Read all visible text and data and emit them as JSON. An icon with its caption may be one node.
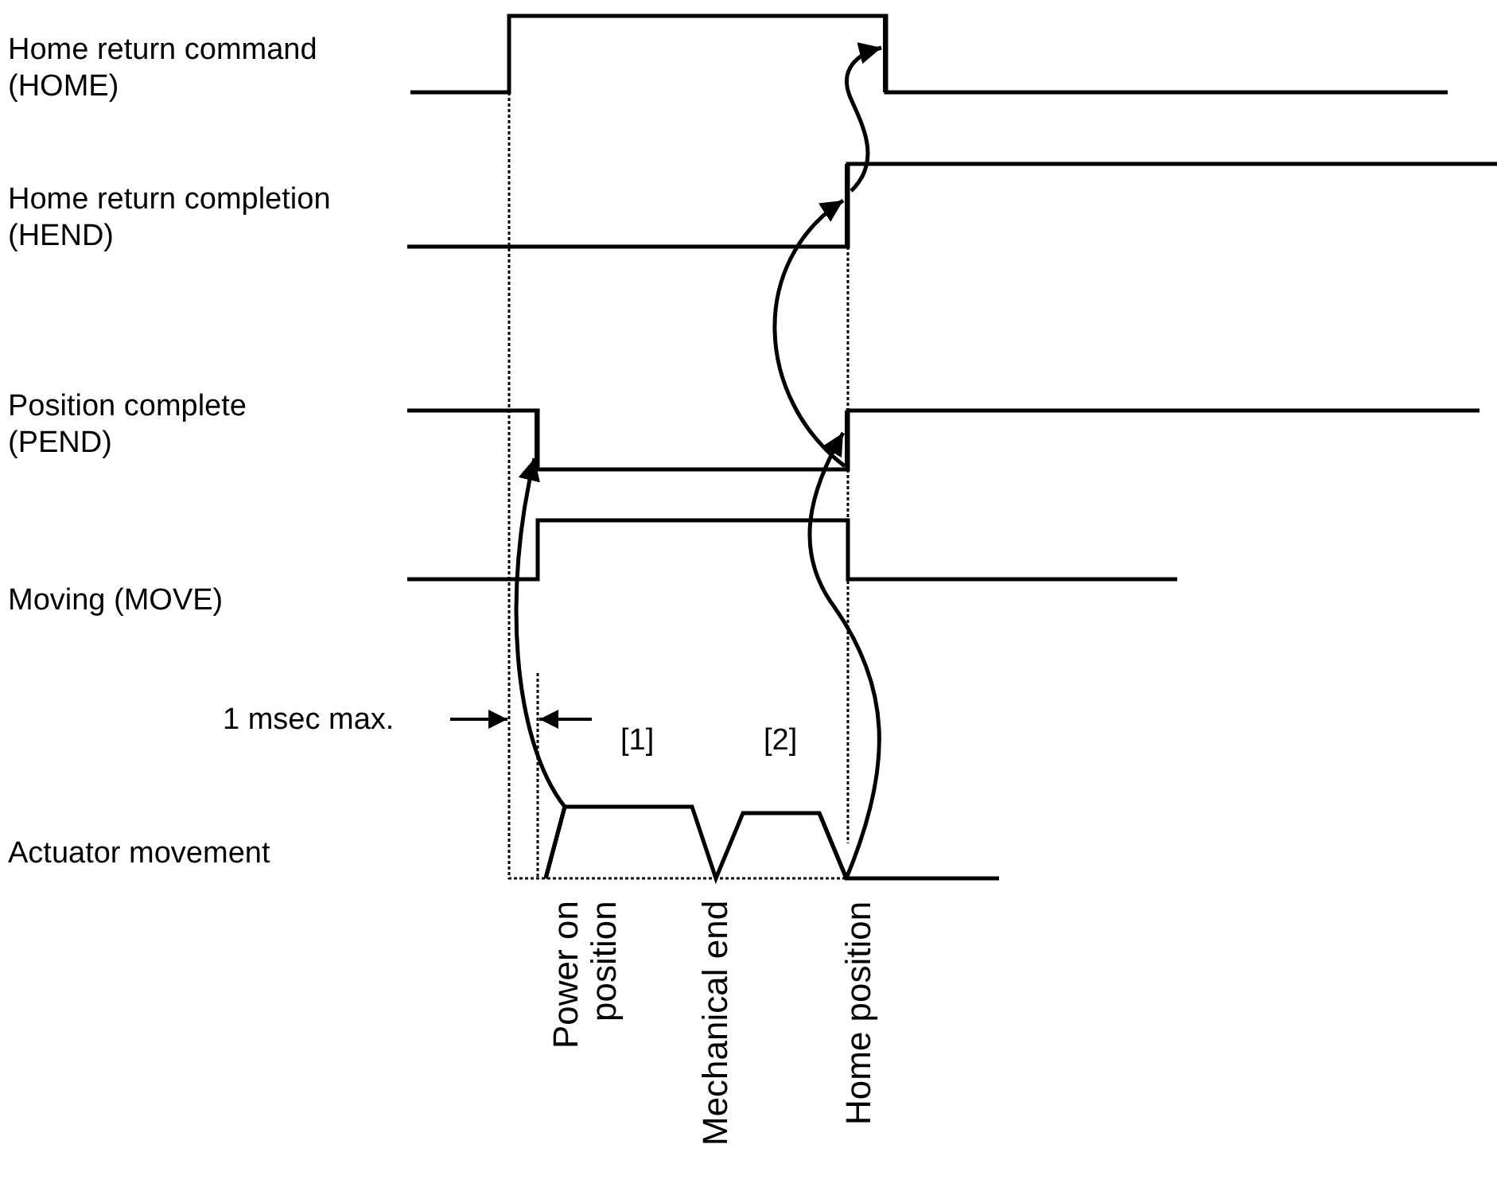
{
  "diagram": {
    "nodes": [
      {
        "text": [],
        "shape": "bar"
      },
      {
        "text": [],
        "shape": "bar"
      },
      {
        "text": [],
        "shape": "bar"
      },
      {
        "text": [],
        "shape": "bar"
      },
      {
        "text": [],
        "shape": "line"
      },
      {
        "text": [],
        "shape": "line"
      }
    ],
    "edges": [
      {
        "from": 4,
        "to": 2,
        "arrow": "to"
      },
      {
        "from": 5,
        "to": 3,
        "arrow": "to"
      },
      {
        "from": 3,
        "to": 1,
        "arrow": "to"
      },
      {
        "from": 1,
        "to": 0,
        "arrow": "to"
      }
    ],
    "labels": [
      "Home return command (HOME)",
      "Home return completion (HEND)",
      "Position complete (PEND)",
      "Moving (MOVE)",
      "1 msec max.",
      "[1]",
      "[2]",
      "Actuator movement",
      "Power on position",
      "Mechanical end",
      "Home position"
    ]
  }
}
